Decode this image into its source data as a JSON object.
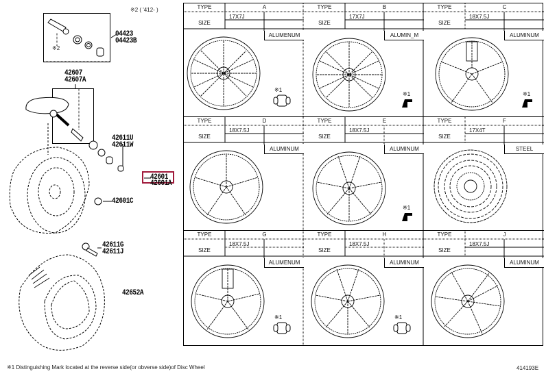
{
  "left_panel": {
    "top_note": "※2 ( '412-      )",
    "valve_kit_note": "※2",
    "part_numbers": {
      "valve_kit": [
        "04423",
        "04423B"
      ],
      "sensor": [
        "42607",
        "42607A"
      ],
      "valve_parts": [
        "42611U",
        "42611W"
      ],
      "wheel": [
        "42601",
        "42601A"
      ],
      "wheel_nut": "42601C",
      "hub_bolt": [
        "42611G",
        "42611J"
      ],
      "tire": "42652A"
    },
    "highlight_part": "42601",
    "highlight_color": "#a0193a"
  },
  "wheel_table": {
    "type_label": "TYPE",
    "size_label": "SIZE",
    "mark_note": "※1",
    "cells": [
      {
        "type": "A",
        "size": "17X7J",
        "material": "ALUMENUM",
        "mark": "valve-cap"
      },
      {
        "type": "B",
        "size": "17X7J",
        "material": "ALUMIN_M",
        "mark": "step-mark"
      },
      {
        "type": "C",
        "size": "18X7.5J",
        "material": "ALUMINUM",
        "mark": "step-mark"
      },
      {
        "type": "D",
        "size": "18X7.5J",
        "material": "ALUMINUM",
        "mark": ""
      },
      {
        "type": "E",
        "size": "18X7.5J",
        "material": "ALUMINUM",
        "mark": "step-mark"
      },
      {
        "type": "F",
        "size": "17X4T",
        "material": "STEEL",
        "mark": ""
      },
      {
        "type": "G",
        "size": "18X7.5J",
        "material": "ALUMENUM",
        "mark": "valve-cap"
      },
      {
        "type": "H",
        "size": "18X7.5J",
        "material": "ALUMINUM",
        "mark": "valve-cap"
      },
      {
        "type": "J",
        "size": "18X7.5J",
        "material": "ALUMINUM",
        "mark": ""
      }
    ]
  },
  "footer": {
    "note": "※1 Distinguishing Mark located at the reverse side(or obverse side)of Disc Wheel",
    "diagram_id": "414193E"
  }
}
